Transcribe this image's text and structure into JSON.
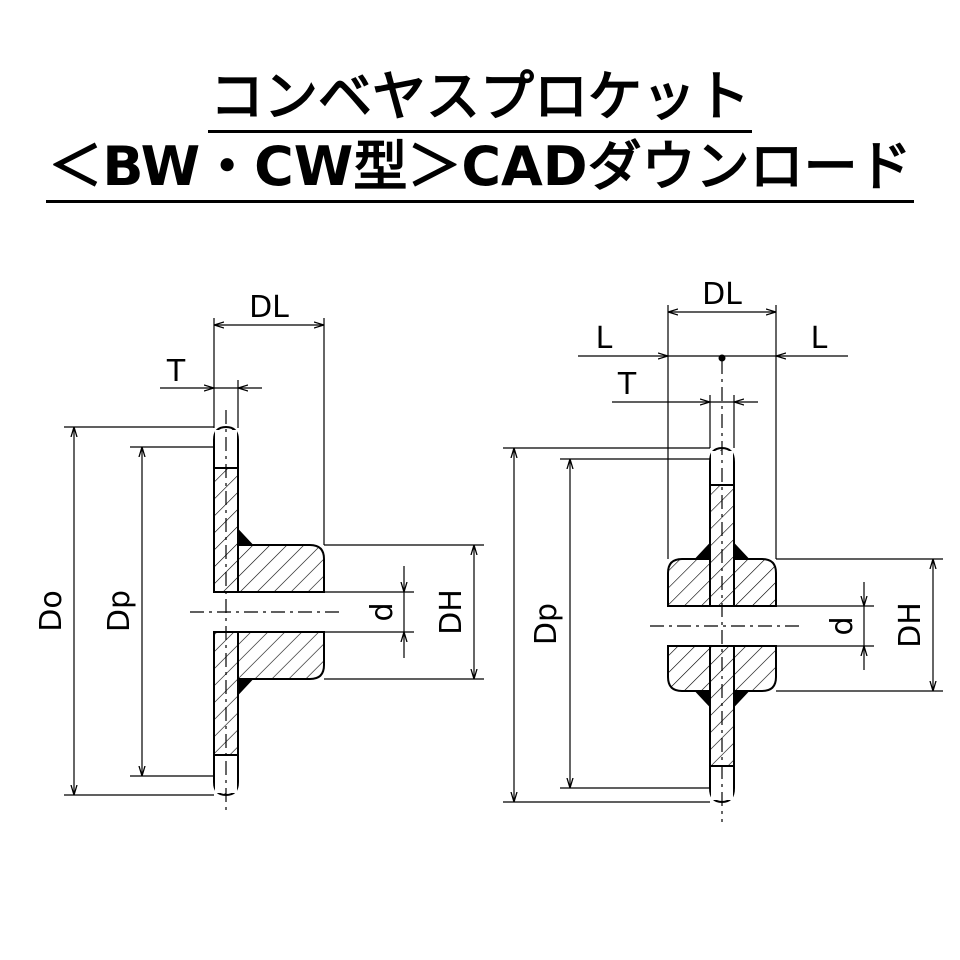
{
  "title": {
    "line1": "コンベヤスプロケット",
    "line2": "＜BW・CW型＞CADダウンロード"
  },
  "left_drawing": {
    "labels": {
      "DL": "DL",
      "T": "T",
      "Do": "Do",
      "Dp": "Dp",
      "d": "d",
      "DH": "DH"
    }
  },
  "right_drawing": {
    "labels": {
      "DL": "DL",
      "L_left": "L",
      "L_right": "L",
      "T": "T",
      "Dp": "Dp",
      "d": "d",
      "DH": "DH"
    }
  }
}
